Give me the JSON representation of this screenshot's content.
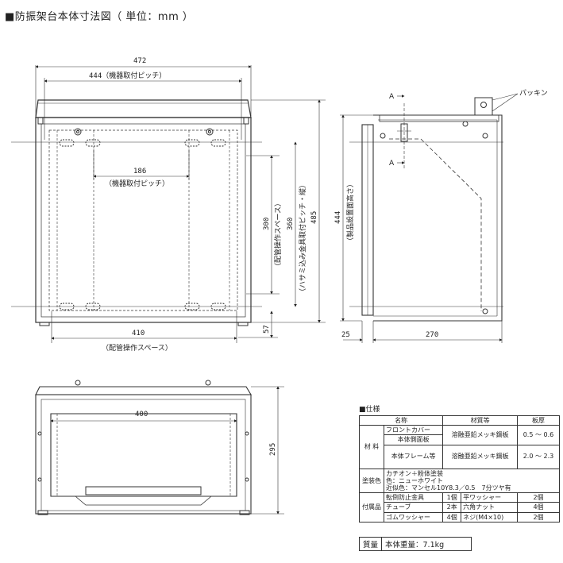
{
  "title": "■防振架台本体寸法図（ 単位：mm ）",
  "front": {
    "dim_width_total": "472",
    "dim_mount_pitch": "444（機器取付ピッチ）",
    "dim_inner_pitch": "186",
    "dim_inner_pitch_label": "（機器取付ピッチ）",
    "dim_pipe_space_v": "300",
    "dim_pipe_space_v_label": "（配管操作スペース）",
    "dim_clip_pitch": "360",
    "dim_clip_pitch_label": "（ハサミ込み金具取付ピッチ・縦）",
    "dim_height_total": "485",
    "dim_bottom_gap": "57",
    "dim_pipe_space_h": "410",
    "dim_pipe_space_h_label": "（配管操作スペース）"
  },
  "side": {
    "label_a_top": "A",
    "label_a_bottom": "A",
    "packing_label": "パッキン",
    "dim_height": "444",
    "dim_height_label": "（製品設置面高さ）",
    "dim_offset": "25",
    "dim_depth": "270"
  },
  "bottom": {
    "dim_width": "400",
    "dim_height": "295"
  },
  "spec": {
    "title": "■仕様",
    "header_name": "名称",
    "header_material": "材質等",
    "header_thickness": "板厚",
    "group_material": "材 料",
    "row1_name": "フロントカバー",
    "row2_name": "本体側面板",
    "row12_material": "溶融亜鉛メッキ鋼板",
    "row12_thickness": "0.5 〜 0.6",
    "row3_name": "本体フレーム等",
    "row3_material": "溶融亜鉛メッキ鋼板",
    "row3_thickness": "2.0 〜 2.3",
    "group_paint": "塗装色",
    "paint_line1": "カチオン＋粉体塗装",
    "paint_line2": "色：ニューホワイト",
    "paint_line3": "近似色：マンセル10Y8.3／0.5　7分ツヤ有",
    "group_accessories": "付属品",
    "acc": [
      {
        "name": "転倒防止金具",
        "qty": "1個",
        "name2": "平ワッシャー",
        "qty2": "2個"
      },
      {
        "name": "チューブ",
        "qty": "2本",
        "name2": "六角ナット",
        "qty2": "4個"
      },
      {
        "name": "ゴムワッシャー",
        "qty": "4個",
        "name2": "ネジ(M4×10)",
        "qty2": "2個"
      }
    ],
    "weight_label": "質量",
    "weight_value": "本体重量：7.1kg"
  }
}
